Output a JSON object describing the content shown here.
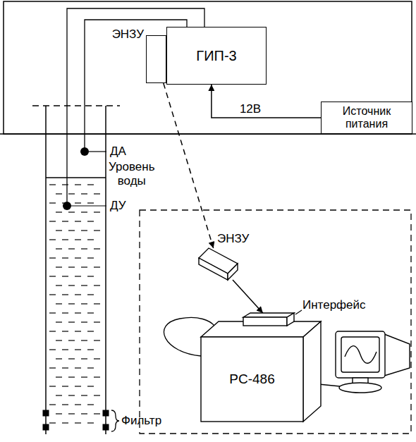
{
  "diagram": {
    "nodes": [
      {
        "text": [
          "ЭНЗУ"
        ]
      },
      {
        "text": [
          "ГИП-3"
        ]
      },
      {
        "text": [
          "Источник питания"
        ]
      },
      {
        "text": [
          "ЭНЗУ"
        ]
      },
      {
        "text": [
          "Интерфейс"
        ]
      },
      {
        "text": [
          "PC-486"
        ]
      }
    ],
    "edges": [
      {
        "from": 2,
        "to": 1,
        "arrow": "to",
        "label": "12В"
      },
      {
        "from": 0,
        "to": 3,
        "arrow": "to"
      },
      {
        "from": 3,
        "to": 4,
        "arrow": "to"
      }
    ],
    "labels": [
      "ДА",
      "Уровень воды",
      "ДУ",
      "Фильтр"
    ]
  }
}
